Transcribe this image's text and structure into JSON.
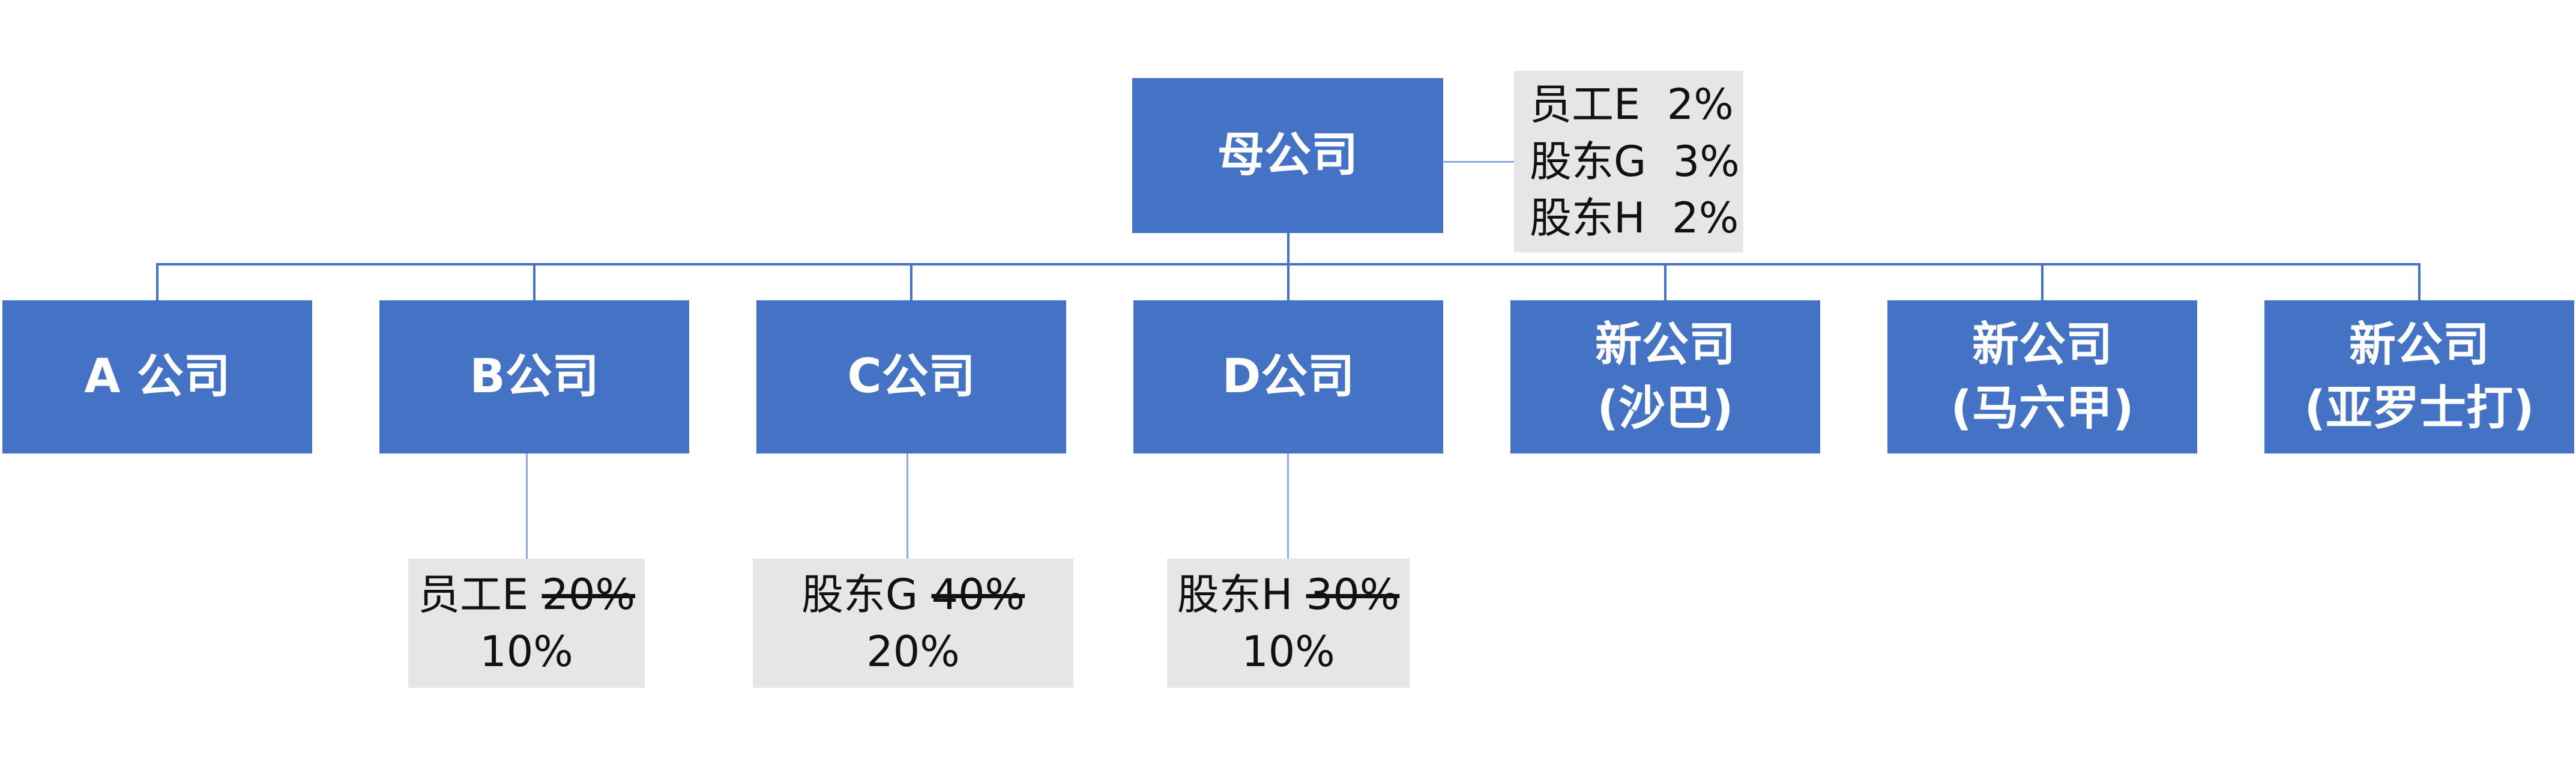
{
  "parent": {
    "label": "母公司",
    "holders": [
      {
        "name": "员工E",
        "pct": "2%"
      },
      {
        "name": "股东G",
        "pct": "3%"
      },
      {
        "name": "股东H",
        "pct": "2%"
      }
    ]
  },
  "subsidiaries": [
    {
      "line1": "A 公司",
      "line2": ""
    },
    {
      "line1": "B公司",
      "line2": ""
    },
    {
      "line1": "C公司",
      "line2": ""
    },
    {
      "line1": "D公司",
      "line2": ""
    },
    {
      "line1": "新公司",
      "line2": "(沙巴)"
    },
    {
      "line1": "新公司",
      "line2": "(马六甲)"
    },
    {
      "line1": "新公司",
      "line2": "(亚罗士打)"
    }
  ],
  "shareholdings": [
    {
      "name": "员工E",
      "old_pct": "20%",
      "new_pct": "10%"
    },
    {
      "name": "股东G",
      "old_pct": "40%",
      "new_pct": "20%"
    },
    {
      "name": "股东H",
      "old_pct": "30%",
      "new_pct": "10%"
    }
  ],
  "colors": {
    "box": "#4472c4",
    "note": "#e7e6e6",
    "connector": "#4472c4"
  }
}
